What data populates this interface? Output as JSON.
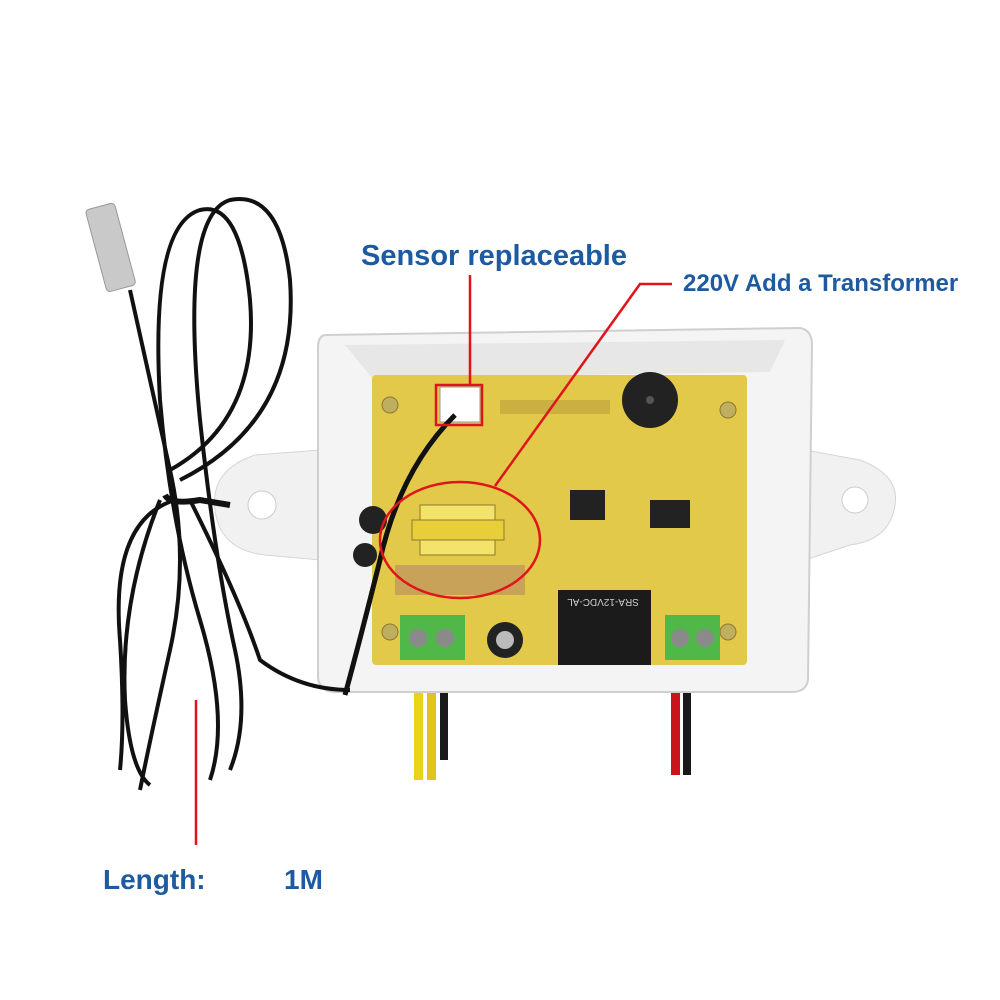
{
  "annotations": {
    "sensor": "Sensor replaceable",
    "transformer": "220V Add a Transformer",
    "length_label": "Length:",
    "length_value": "1M"
  },
  "colors": {
    "label_text": "#1d5aa0",
    "callout": "#e0141b",
    "pcb": "#e2c94a",
    "terminal": "#4fb848"
  },
  "photo": {
    "relay_marking": "SRA-12VDC-AL"
  }
}
